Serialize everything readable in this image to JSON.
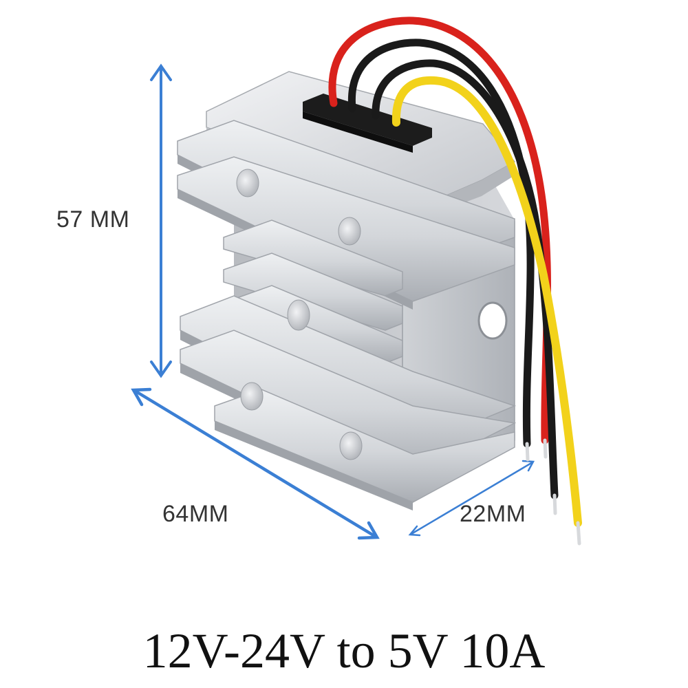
{
  "dimensions": {
    "height_label": "57 MM",
    "width_label": "64MM",
    "depth_label": "22MM"
  },
  "caption": "12V-24V to 5V 10A",
  "product": {
    "type": "aluminum heatsink DC-DC converter module",
    "wire_colors": [
      "#d9221c",
      "#1a1a1a",
      "#1a1a1a",
      "#f2d21b"
    ]
  },
  "colors": {
    "dimension_arrow": "#3b7fd4",
    "housing": "#c9ccd0"
  },
  "icons": [
    "arrow-up-down-icon",
    "arrow-diagonal-icon"
  ]
}
